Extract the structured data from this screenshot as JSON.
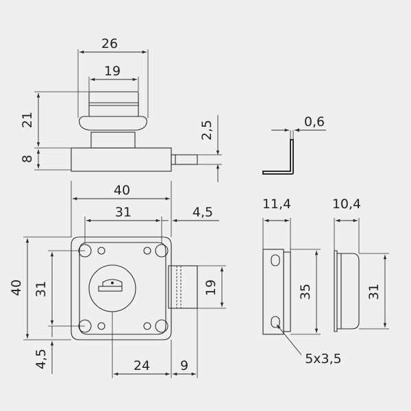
{
  "dimensions": {
    "top_width_26": "26",
    "top_width_19": "19",
    "cylinder_height_21": "21",
    "base_height_8": "8",
    "bolt_height_2_5": "2,5",
    "thickness_0_6": "0,6",
    "body_width_40": "40",
    "hole_spacing_31": "31",
    "offset_4_5_top": "4,5",
    "body_height_40": "40",
    "hole_spacing_31_v": "31",
    "bolt_19": "19",
    "offset_4_5_left": "4,5",
    "backset_24": "24",
    "bolt_9": "9",
    "strike_width_11_4": "11,4",
    "strike_height_35": "35",
    "strike2_width_10_4": "10,4",
    "strike2_height_31": "31",
    "slot_5x3_5": "5x3,5"
  },
  "colors": {
    "background": "#efefef",
    "line": "#2a2a2a"
  }
}
